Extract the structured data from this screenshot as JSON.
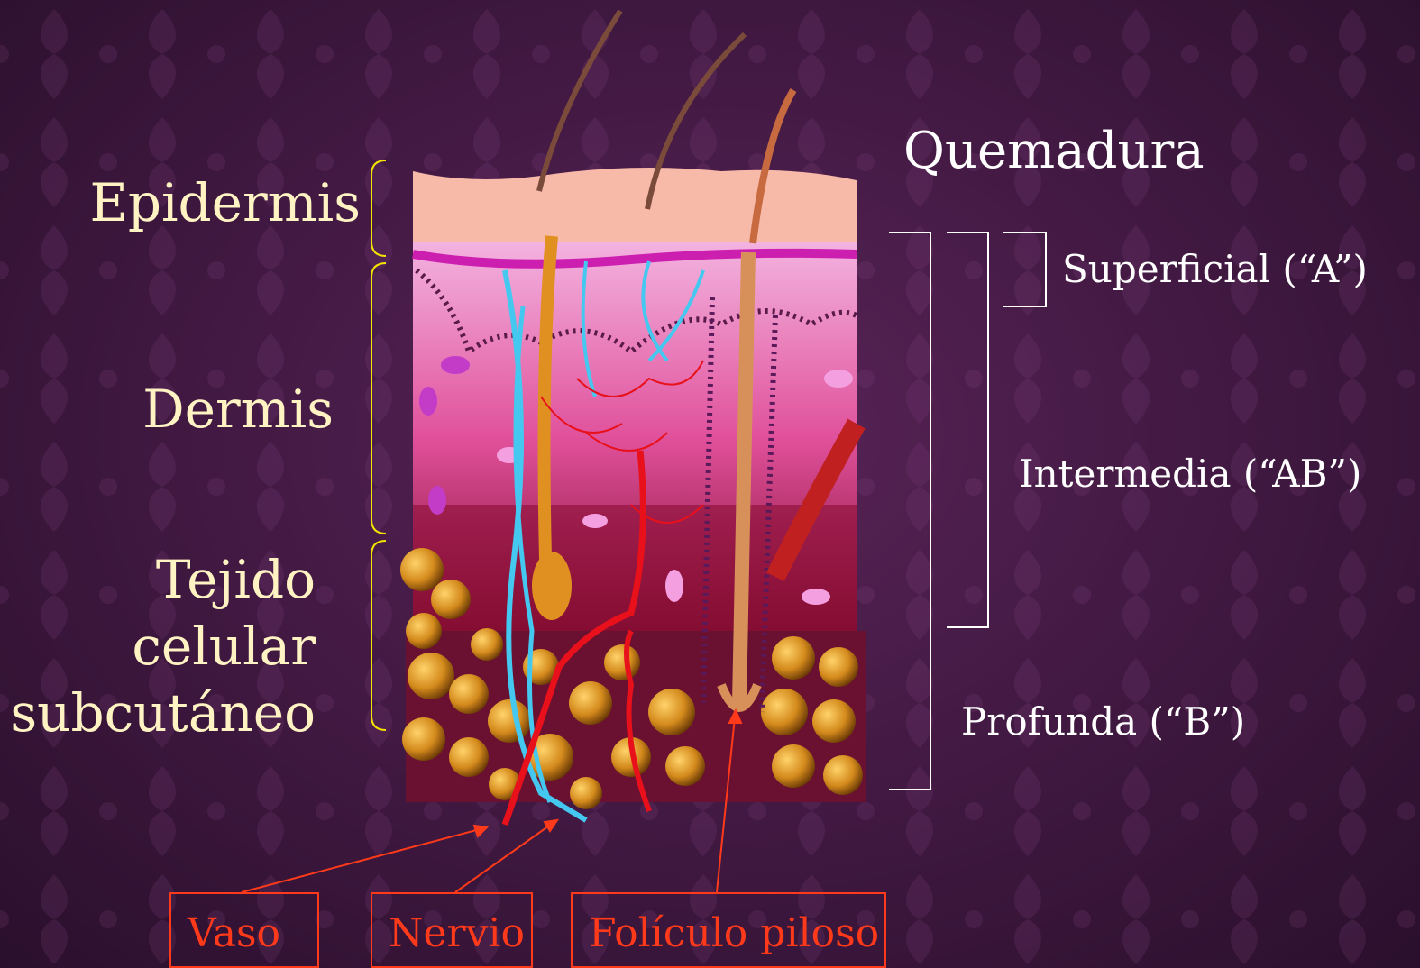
{
  "labels": {
    "epidermis": "Epidermis",
    "dermis": "Dermis",
    "tejido": "Tejido celular subcutáneo"
  },
  "burn": {
    "title": "Quemadura",
    "superficial": "Superficial  (“A”)",
    "intermedia": "Intermedia (“AB”)",
    "profunda": "Profunda (“B”)"
  },
  "callouts": {
    "vaso": "Vaso",
    "nervio": "Nervio",
    "foliculo": "Folículo piloso"
  },
  "colors": {
    "background": "#3f1840",
    "bracket_yellow": "#f5e400",
    "callout_red": "#ff3a1a",
    "label_cream": "#fff3c4"
  }
}
